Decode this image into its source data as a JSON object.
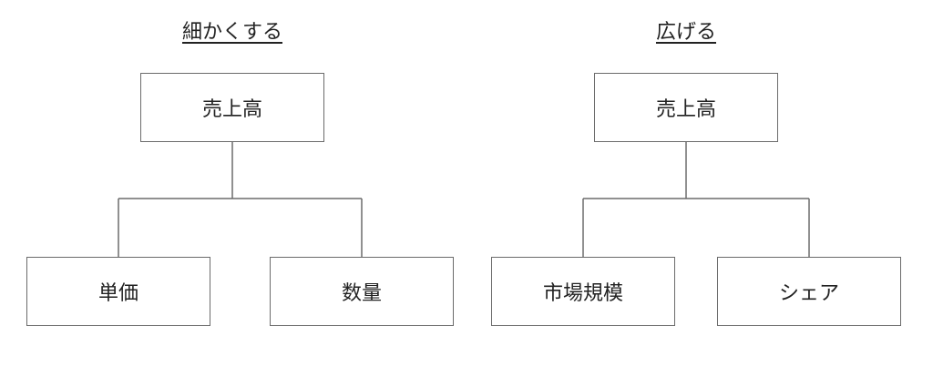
{
  "diagrams": [
    {
      "title": "細かくする",
      "root": "売上高",
      "children": [
        "単価",
        "数量"
      ]
    },
    {
      "title": "広げる",
      "root": "売上高",
      "children": [
        "市場規模",
        "シェア"
      ]
    }
  ]
}
